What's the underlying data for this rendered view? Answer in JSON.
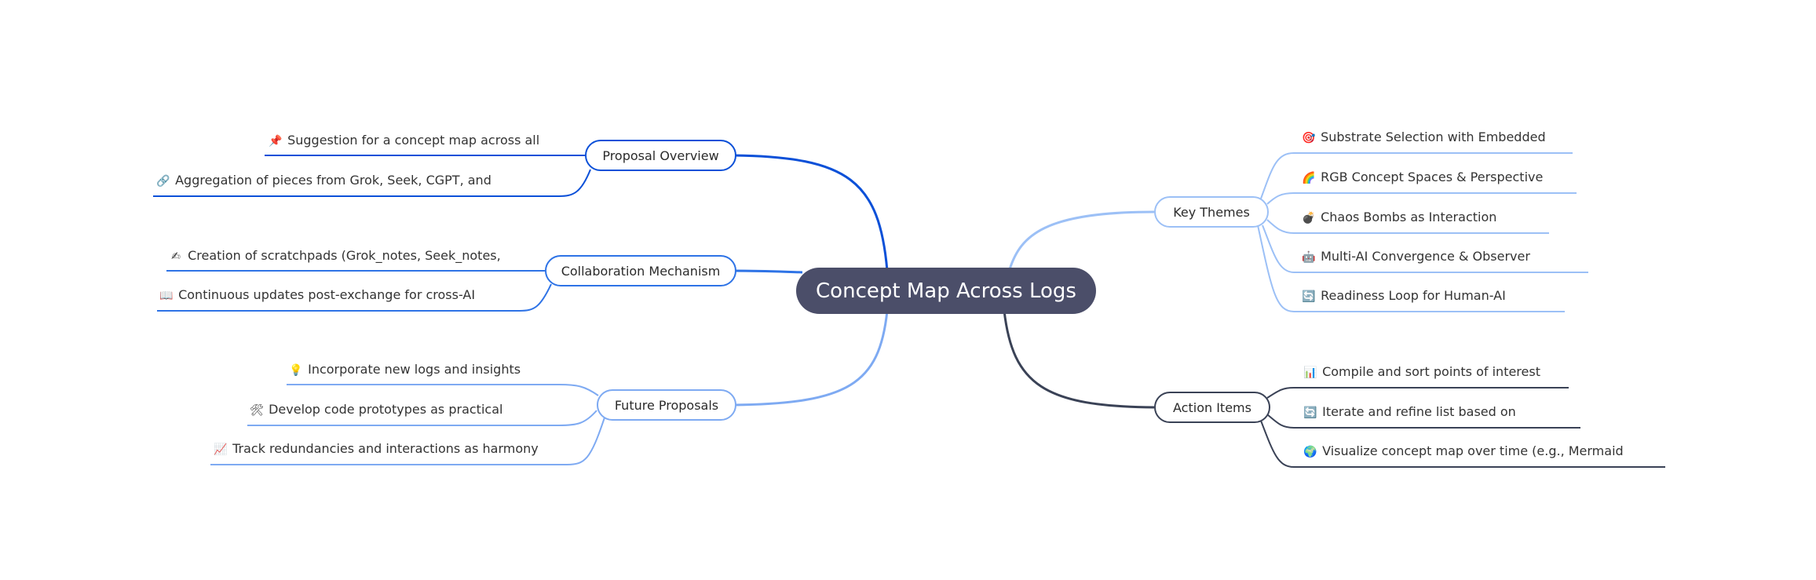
{
  "root": {
    "label": "Concept Map Across Logs"
  },
  "colors": {
    "root_fill": "#4b4e69",
    "proposal_overview": "#0b50d8",
    "collaboration": "#2e73e6",
    "future": "#7eaaf2",
    "key_themes": "#9cc0f6",
    "action_items": "#3a4256"
  },
  "branches": [
    {
      "id": "proposal-overview",
      "label": "Proposal Overview",
      "leaves": [
        {
          "icon": "pushpin-icon",
          "glyph": "📌",
          "text": "Suggestion for a concept map across all"
        },
        {
          "icon": "link-icon",
          "glyph": "🔗",
          "text": "Aggregation of pieces from Grok, Seek, CGPT, and"
        }
      ]
    },
    {
      "id": "collaboration-mechanism",
      "label": "Collaboration Mechanism",
      "leaves": [
        {
          "icon": "writing-hand-icon",
          "glyph": "✍",
          "text": "Creation of scratchpads (Grok_notes, Seek_notes,"
        },
        {
          "icon": "open-book-icon",
          "glyph": "📖",
          "text": "Continuous updates post-exchange for cross-AI"
        }
      ]
    },
    {
      "id": "future-proposals",
      "label": "Future Proposals",
      "leaves": [
        {
          "icon": "lightbulb-icon",
          "glyph": "💡",
          "text": "Incorporate new logs and insights"
        },
        {
          "icon": "tools-icon",
          "glyph": "🛠",
          "text": "Develop code prototypes as practical"
        },
        {
          "icon": "chart-increasing-icon",
          "glyph": "📈",
          "text": "Track redundancies and interactions as harmony"
        }
      ]
    },
    {
      "id": "key-themes",
      "label": "Key Themes",
      "leaves": [
        {
          "icon": "target-icon",
          "glyph": "🎯",
          "text": "Substrate Selection with Embedded"
        },
        {
          "icon": "rainbow-icon",
          "glyph": "🌈",
          "text": "RGB Concept Spaces & Perspective"
        },
        {
          "icon": "bomb-icon",
          "glyph": "💣",
          "text": "Chaos Bombs as Interaction"
        },
        {
          "icon": "robot-icon",
          "glyph": "🤖",
          "text": "Multi-AI Convergence & Observer"
        },
        {
          "icon": "repeat-icon",
          "glyph": "🔄",
          "text": "Readiness Loop for Human-AI"
        }
      ]
    },
    {
      "id": "action-items",
      "label": "Action Items",
      "leaves": [
        {
          "icon": "bar-chart-icon",
          "glyph": "📊",
          "text": "Compile and sort points of interest"
        },
        {
          "icon": "repeat-icon",
          "glyph": "🔄",
          "text": "Iterate and refine list based on"
        },
        {
          "icon": "globe-icon",
          "glyph": "🌍",
          "text": "Visualize concept map over time (e.g., Mermaid"
        }
      ]
    }
  ]
}
